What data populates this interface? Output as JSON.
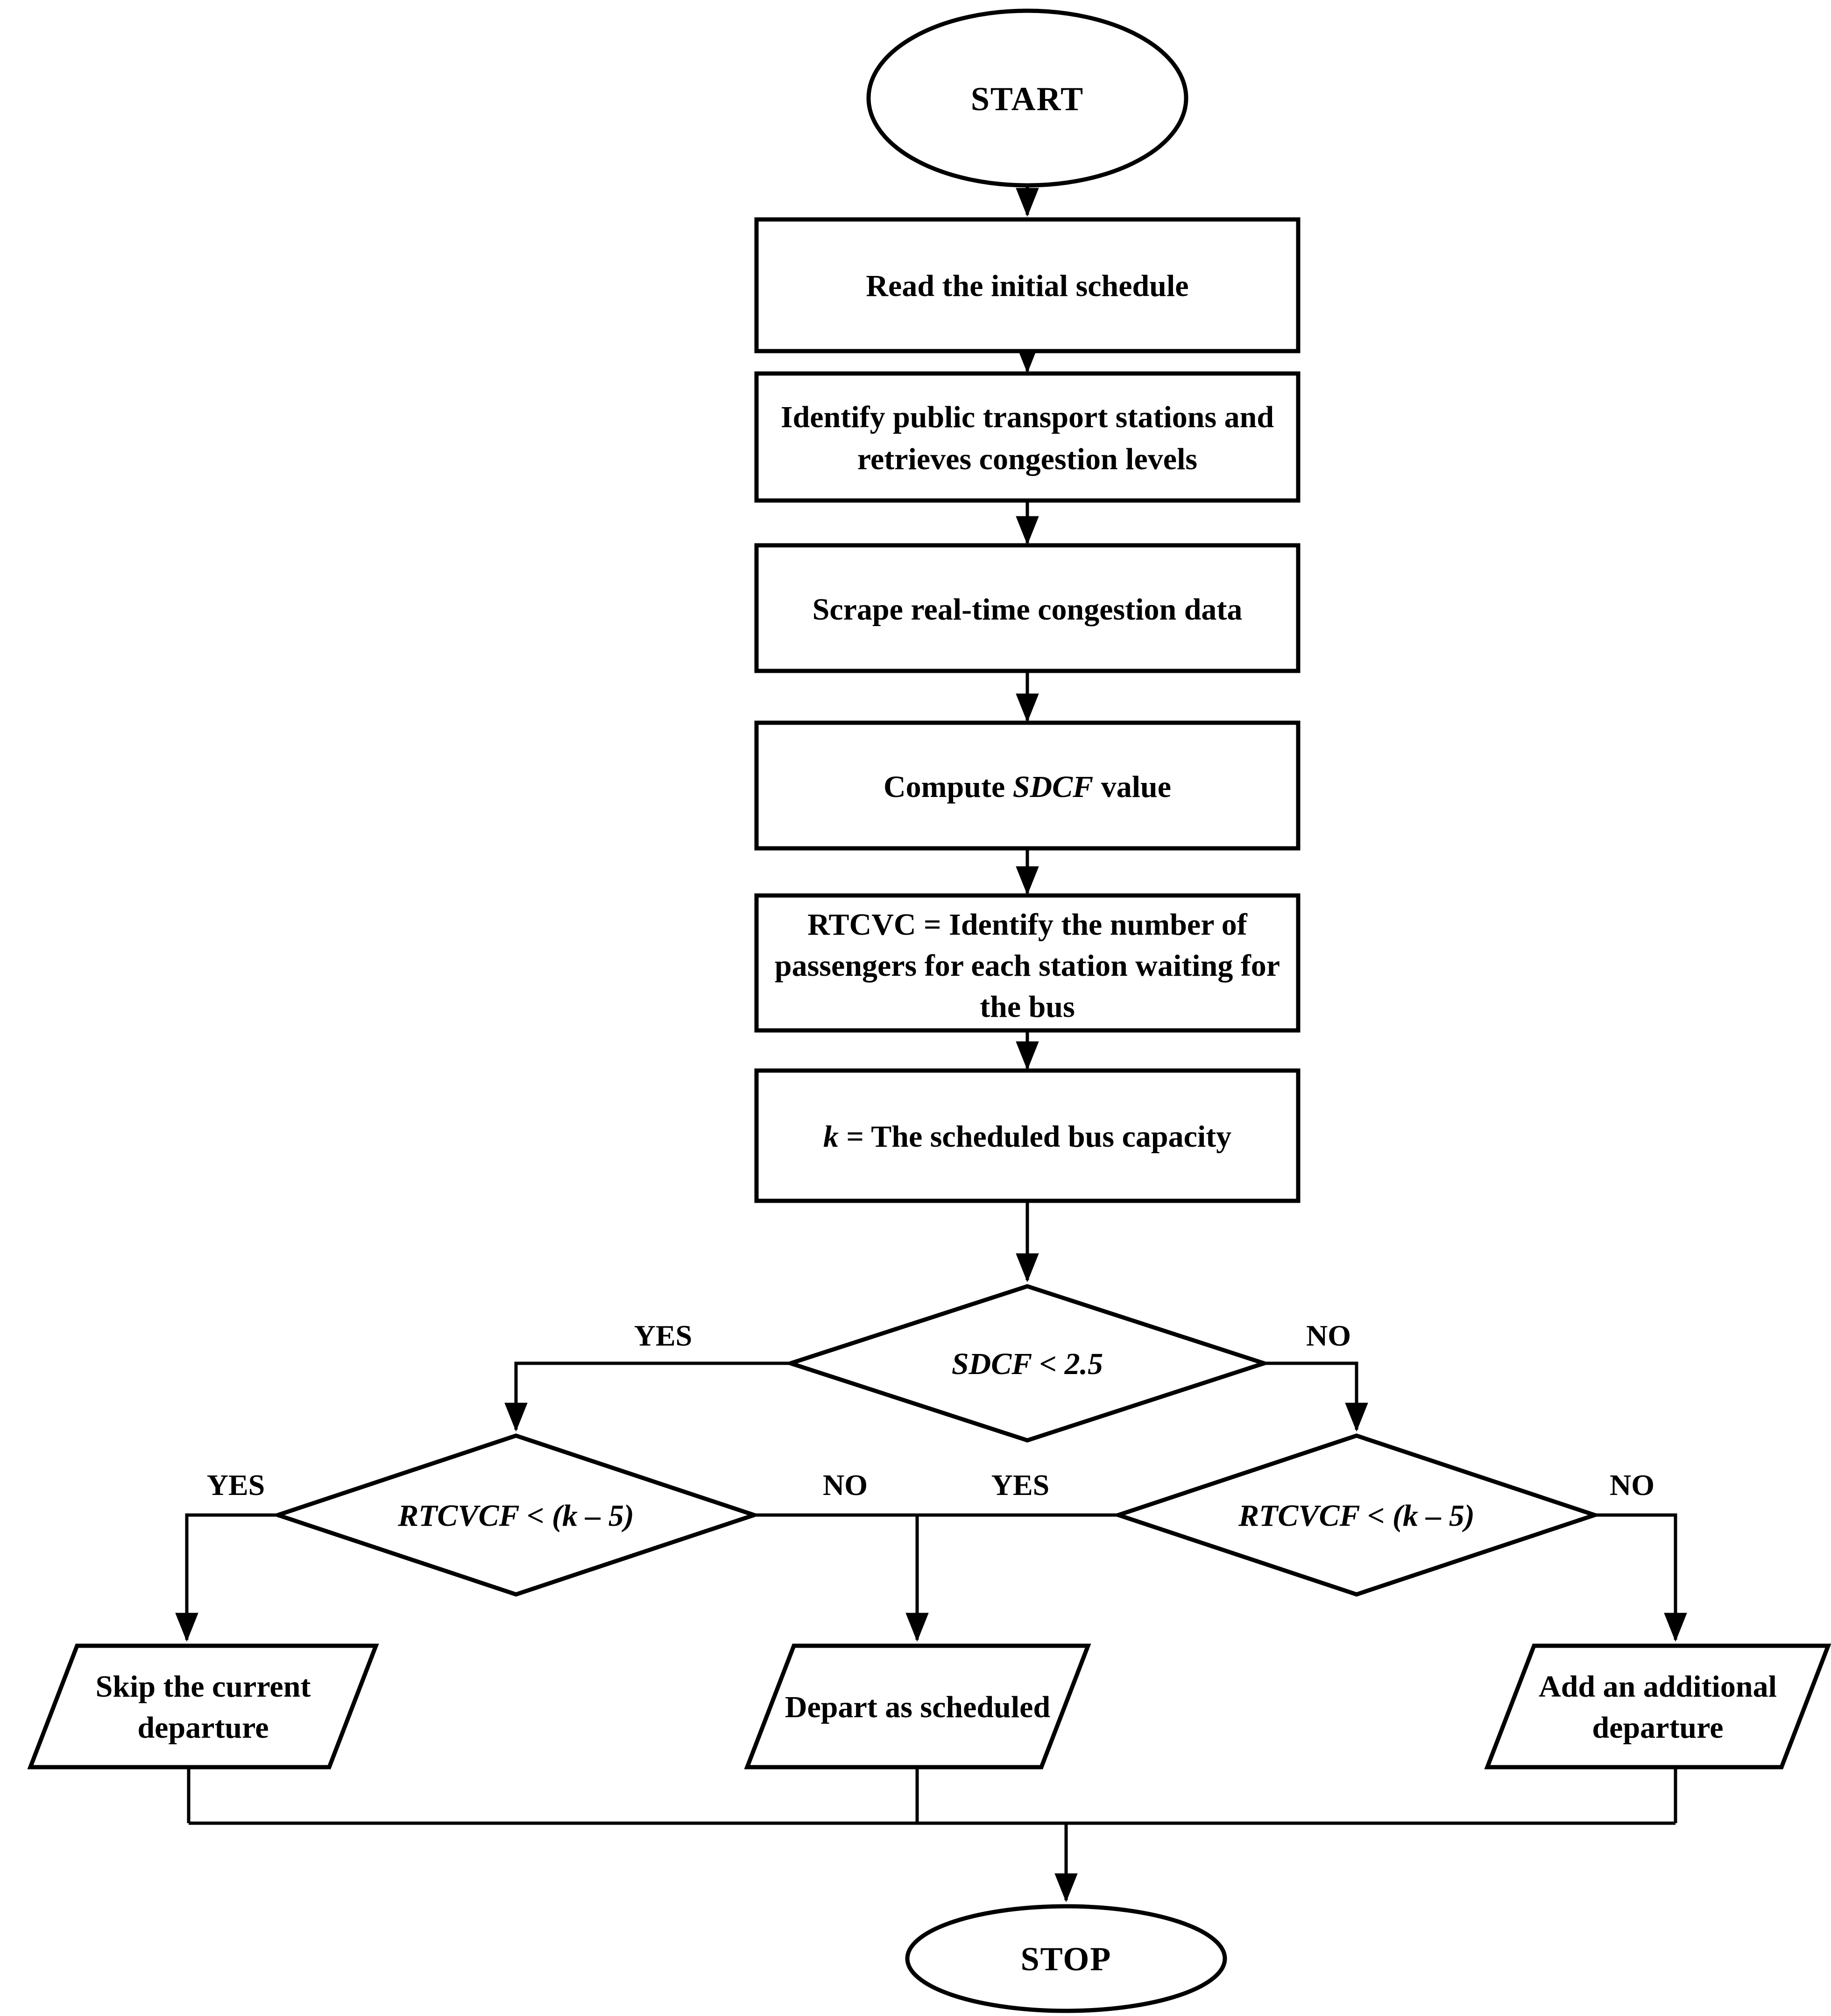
{
  "diagram": {
    "type": "flowchart",
    "colors": {
      "stroke": "#000000",
      "background": "#ffffff"
    },
    "nodes": {
      "start": {
        "label": "START"
      },
      "read_schedule": {
        "label": "Read the initial schedule"
      },
      "identify_stations": {
        "lines": [
          "Identify public transport stations and",
          "retrieves congestion levels"
        ]
      },
      "scrape": {
        "label": "Scrape real-time congestion data"
      },
      "compute_sdcf": {
        "pre": "Compute ",
        "var": "SDCF",
        "post": " value"
      },
      "rtcvc": {
        "lines": [
          "RTCVC = Identify the number of",
          "passengers for each station waiting for",
          "the bus"
        ]
      },
      "capacity": {
        "var": "k",
        "post": " = The scheduled bus capacity"
      },
      "decision_sdcf": {
        "label": "SDCF < 2.5"
      },
      "decision_left": {
        "label": "RTCVCF < (k – 5)"
      },
      "decision_right": {
        "label": "RTCVCF < (k – 5)"
      },
      "skip_departure": {
        "lines": [
          "Skip the current",
          "departure"
        ]
      },
      "depart_scheduled": {
        "label": "Depart as scheduled"
      },
      "add_departure": {
        "lines": [
          "Add an additional",
          "departure"
        ]
      },
      "stop": {
        "label": "STOP"
      }
    },
    "edge_labels": {
      "d1_yes": "YES",
      "d1_no": "NO",
      "dl_yes": "YES",
      "dl_no": "NO",
      "dr_yes": "YES",
      "dr_no": "NO"
    }
  }
}
